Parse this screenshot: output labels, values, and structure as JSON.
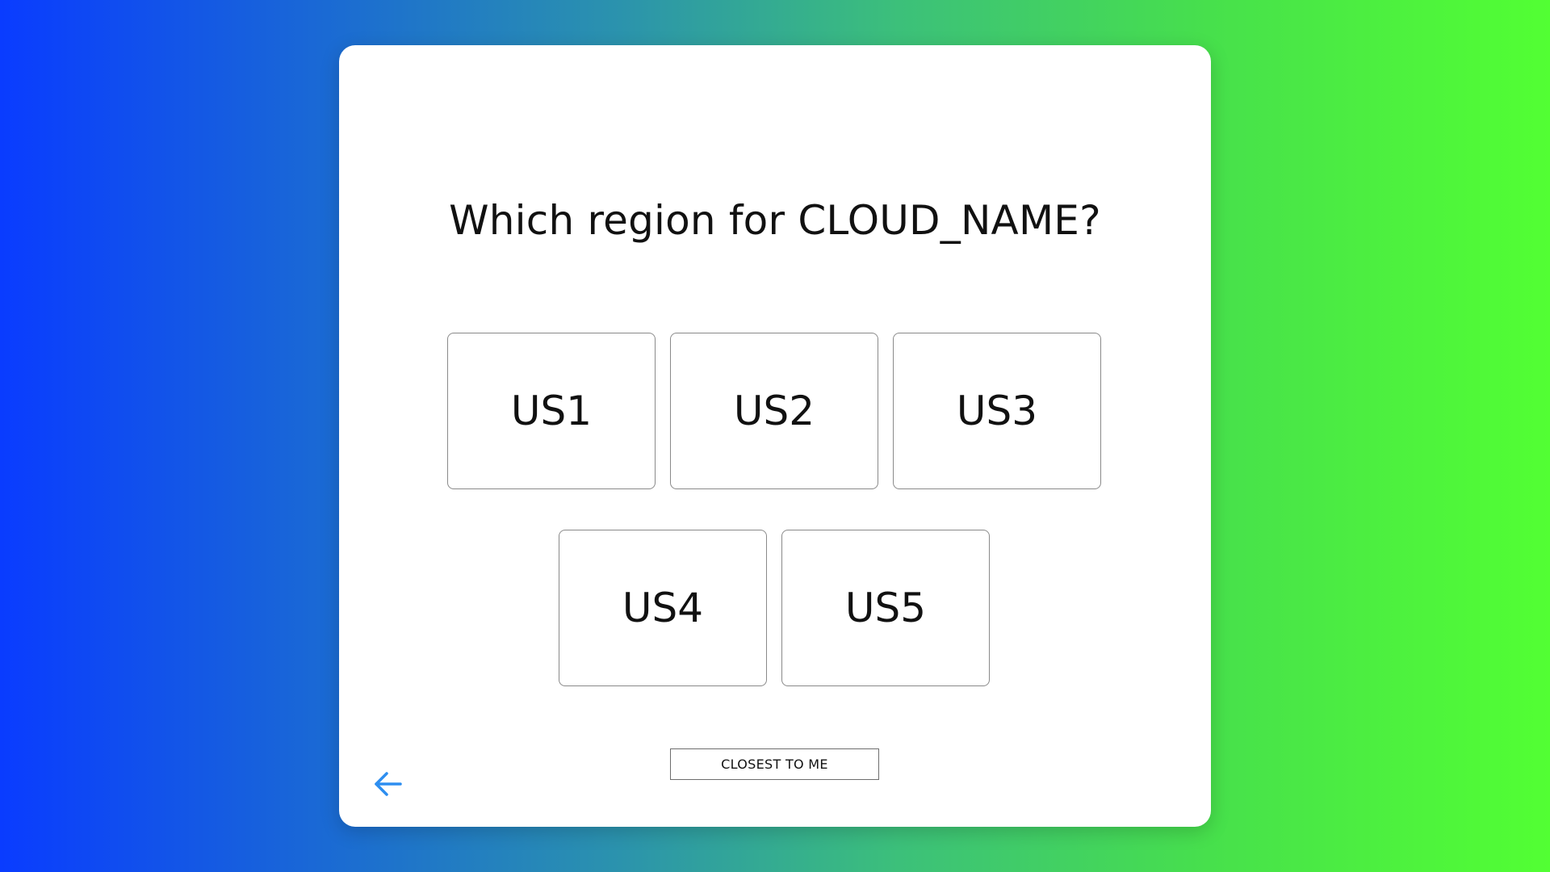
{
  "question": {
    "title": "Which region for CLOUD_NAME?"
  },
  "regions": [
    {
      "label": "US1"
    },
    {
      "label": "US2"
    },
    {
      "label": "US3"
    },
    {
      "label": "US4"
    },
    {
      "label": "US5"
    }
  ],
  "actions": {
    "closest_label": "CLOSEST TO ME"
  },
  "icons": {
    "back": "arrow-left-icon"
  },
  "colors": {
    "accent": "#2d8ef0",
    "gradient_start": "#0a3cff",
    "gradient_end": "#52ff33"
  }
}
